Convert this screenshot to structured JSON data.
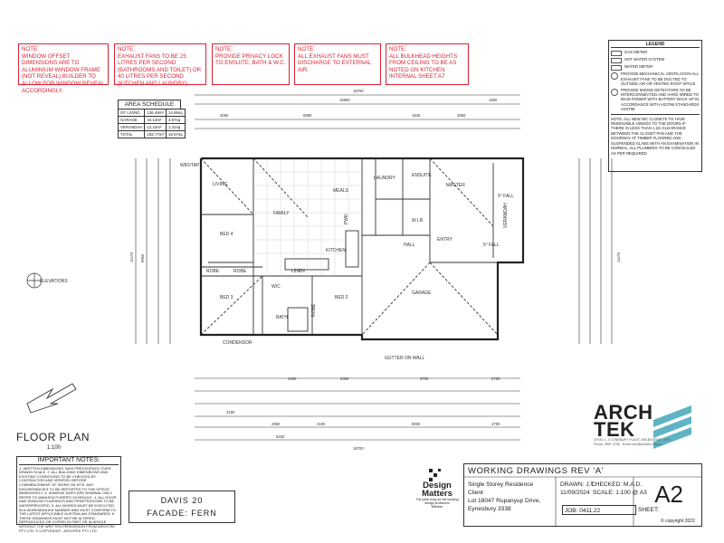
{
  "notes": [
    {
      "heading": "NOTE:",
      "text": "WINDOW OFFSET DIMENSIONS ARE TO ALUMINIUM WINDOW FRAME (NOT REVEAL) BUILDER TO ALLOW FOR WINDOW REVEAL ACCORDINGLY."
    },
    {
      "heading": "NOTE:",
      "text": "EXHAUST FANS TO BE 25 LITRES PER SECOND (BATHROOMS AND TOILET) OR 40 LITRES PER SECOND (KITCHEN AND LAUNDRY)"
    },
    {
      "heading": "NOTE:",
      "text": "PROVIDE PRIVACY LOCK TO ENSUITE, BATH & W.C."
    },
    {
      "heading": "NOTE:",
      "text": "ALL EXHAUST FANS MUST DISCHARGE TO EXTERNAL AIR."
    },
    {
      "heading": "NOTE:",
      "text": "ALL BULKHEAD HEIGHTS FROM CEILING TO BE AS NOTED ON KITCHEN INTERNAL SHEET A7"
    }
  ],
  "legend": {
    "title": "LEGEND",
    "items": [
      {
        "sym": "line",
        "text": "GAS METER"
      },
      {
        "sym": "line",
        "text": "HOT WATER SYSTEM"
      },
      {
        "sym": "line",
        "text": "WATER METER"
      },
      {
        "sym": "circle",
        "text": "PROVIDE MECHANICAL VENTILATION ALL EXHAUST FANS TO BE DUCTED TO OUTSIDE AIR OR VENTED ROOF SPACE"
      },
      {
        "sym": "circle",
        "text": "PROVIDE SMOKE DETECTORS TO BE INTERCONNECTED AND HARD WIRED TO MAIN POWER WITH BATTERY BACK UP IN ACCORDANCE WITH AS3786 STANDARDS AS3786"
      }
    ],
    "note": "NOTE: ALL NEW WC CLOSETS TO HAVE REMOVABLE HINGES TO THE DOORS IF THERE IS LESS THAN 1.2m CLEARANCE BETWEEN THE CLOSET PAN AND THE DOORWAY AT TIMBER FLOORED AND SUSPENDED SLABS WITH AN EXAMINATION IN NORMAL. ALL PLUMBING TO BE CONCEALED AS PER REQUIRED."
  },
  "area_schedule": {
    "title": "AREA SCHEDULE",
    "rows": [
      [
        "GF LIVING",
        "136.48m²",
        "14.69sq"
      ],
      [
        "GARAGE",
        "34.13m²",
        "3.67sq"
      ],
      [
        "VERANDAH",
        "12.16m²",
        "1.31sq"
      ],
      [
        "TOTAL",
        "182.77m²",
        "19.67sq"
      ]
    ]
  },
  "rooms": {
    "living": "LIVING",
    "family": "FAMILY",
    "meals": "MEALS",
    "laundry": "LAUNDRY",
    "master": "MASTER",
    "ensuite": "ENSUITE",
    "wir": "W.I.R",
    "verandah": "VERANDAH",
    "hall": "HALL",
    "entry": "ENTRY",
    "kitchen": "KITCHEN",
    "bed4": "BED 4",
    "bed3": "BED 3",
    "bed2": "BED 2",
    "garage": "GARAGE",
    "bath": "BATH",
    "robe1": "ROBE",
    "robe2": "ROBE",
    "robe3": "ROBE",
    "linen": "LINEN",
    "wc": "W/C",
    "pwd": "PWD",
    "gutter": "GUTTER ON WALL",
    "condenser": "CONDENSOR",
    "elevations": "ELEVATIONS",
    "fall1": "5° FALL",
    "fall2": "5° FALL",
    "wifi": "WIFI/TAP"
  },
  "dimensions": {
    "top_overall": "18700",
    "top_sub": "16950",
    "top_right": "1800",
    "top_row": [
      "3080",
      "6980",
      "1940",
      "3080"
    ],
    "bottom_overall": "18700",
    "bottom_row": [
      "4280",
      "2300",
      "3700",
      "2750"
    ],
    "bottom_row2": [
      "3190",
      "2960",
      "3190",
      "6000",
      "2790"
    ],
    "bottom_total": "9150",
    "left_overall": "11470",
    "left_sub": "9950",
    "right_overall": "11470"
  },
  "floor_plan_title": "FLOOR PLAN",
  "floor_plan_scale": "1:100",
  "important_notes": {
    "title": "IMPORTANT NOTES:",
    "text": "1. WRITTEN DIMENSIONS TAKE PRECEDENCE OVER DRAWN SCALE. 2. ALL BUILDING DIMENSIONS AND EXISTING CONDITIONS TO BE CHECKED BY CONTRACTOR AND VERIFIED BEFORE COMMENCEMENT OF WORK ON SITE. ANY DISCREPANCIES TO BE REPORTED TO THE OFFICE IMMEDIATELY. 3. WINDOW SIZES ARE NOMINAL ONLY. REFER TO MANUFACTURER'S SCHEDULE. 4. ALL DOOR AND WINDOW FLASHINGS AND PENETRATIONS TO BE WATERPROOFED. 5. ALL WORKS MUST BE EXECUTED IN A WORKMANLIKE MANNER AND MUST CONFORM TO THE LATEST APPLICABLE AUSTRALIAN STANDARDS. 6. THESE DRAWINGS MUST NOT BE ALTERED, REPRODUCED OR COPIED IN PART OR IN WHOLE WITHOUT THE WRITTEN PERMISSION FROM ARCHTEK PTY LTD. © COPYRIGHT - ARCHTEK PTY LTD"
  },
  "model": {
    "name": "DAVIS 20",
    "facade": "FACADE: FERN"
  },
  "title_block": {
    "heading": "WORKING DRAWINGS REV 'A'",
    "project": "Single Storey Residence",
    "client": "Client",
    "address1": "Lot 18047 Rupanyup Drive,",
    "address2": "Eynesbury 3338",
    "drawn": "DRAWN: J.T.",
    "checked": "CHECKED: M.A.D.",
    "date": "11/09/2024",
    "scale": "SCALE: 1:100 @ A3",
    "job": "JOB: 0411.22",
    "sheet_label": "SHEET:",
    "sheet": "A2"
  },
  "design_matters": {
    "name1": "Design",
    "name2": "Matters",
    "tag": "The peak body for the building design profession",
    "member": "Member"
  },
  "logo": {
    "line1": "ARCH",
    "line2": "TEK",
    "address": "LEVEL 1, 3 CONEBURY PLACE, MELBOURNE, 3000",
    "contact": "Phone: 9987 4738 · Email: info@archtek.com.au"
  },
  "copyright": "© copyright 2022",
  "colors": {
    "note_red": "#dd2233",
    "logo_teal": "#5fb4c4",
    "line": "#333333"
  }
}
